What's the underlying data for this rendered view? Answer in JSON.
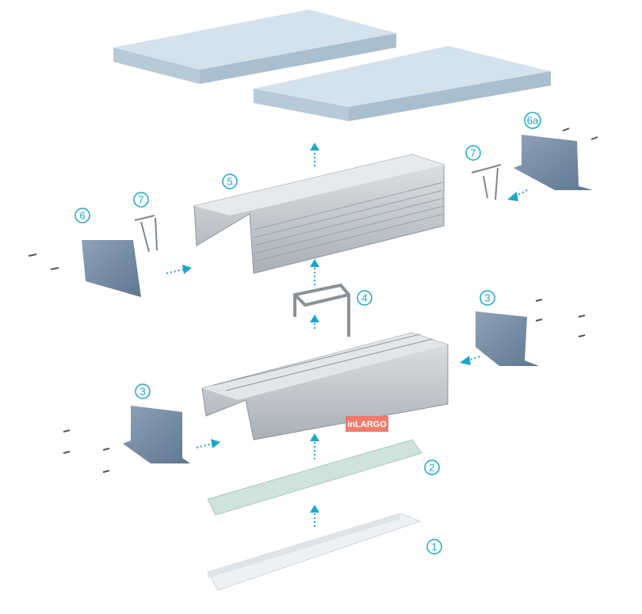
{
  "labels": {
    "cover": "1",
    "tape": "2",
    "endcap_left": "3",
    "endcap_right": "3",
    "bracket": "4",
    "top_profile": "5",
    "top_endcap_left": "6",
    "top_endcap_right": "6a",
    "spring_left": "7",
    "spring_right": "7"
  },
  "brand": {
    "logo": "inLARGO"
  },
  "colors": {
    "accent": "#1aa8c8",
    "panel": "#c9dbe8",
    "aluminium": "#b9bfc5",
    "endcap": "#6e86a0",
    "logo": "#f07a6e"
  }
}
